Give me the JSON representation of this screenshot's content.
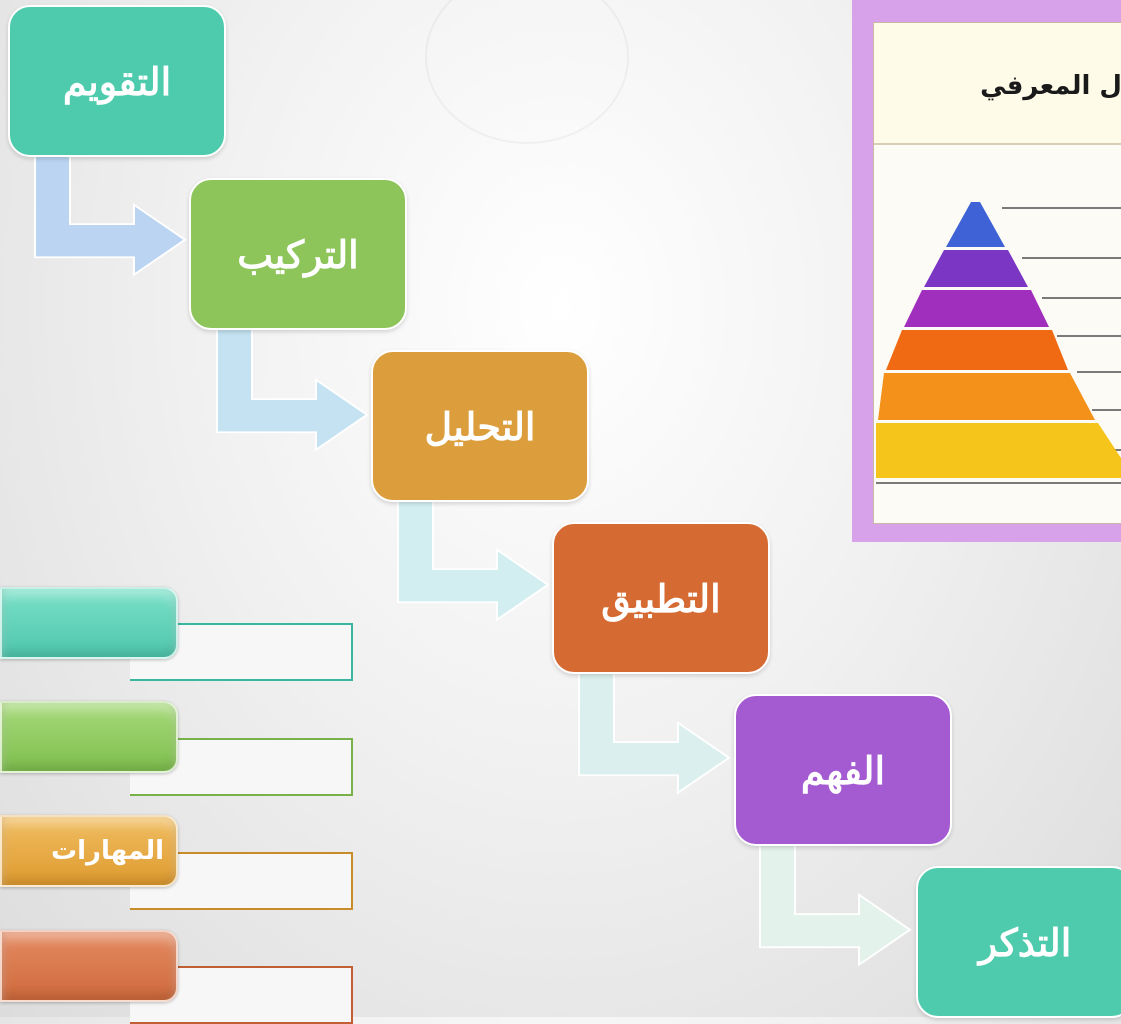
{
  "steps": [
    {
      "label": "التقويم",
      "color": "#4ecbad"
    },
    {
      "label": "التركيب",
      "color": "#8dc55a"
    },
    {
      "label": "التحليل",
      "color": "#dc9e3c"
    },
    {
      "label": "التطبيق",
      "color": "#d56a33"
    },
    {
      "label": "الفهم",
      "color": "#a45ad1"
    },
    {
      "label": "التذكر",
      "color": "#4ecbad"
    }
  ],
  "connector_colors": [
    "#bad4f2",
    "#c4e2f1",
    "#d3eef1",
    "#dbf0ee",
    "#e4f2ec"
  ],
  "pyramid": {
    "title": "ل المعرفي",
    "panel_color": "#d7a2ea",
    "level_colors": [
      "#3f63d6",
      "#7b36c4",
      "#a02fbd",
      "#ef6a12",
      "#f3911a",
      "#f5c51c"
    ]
  },
  "side_tabs": [
    {
      "label": "",
      "color": "#5fd6bb",
      "border": "#39b5a0"
    },
    {
      "label": "",
      "color": "#8ccb5c",
      "border": "#78b14a"
    },
    {
      "label": "المهارات",
      "color": "#e7a63f",
      "border": "#c88c2a"
    },
    {
      "label": "",
      "color": "#d8734a",
      "border": "#c15e36"
    }
  ]
}
